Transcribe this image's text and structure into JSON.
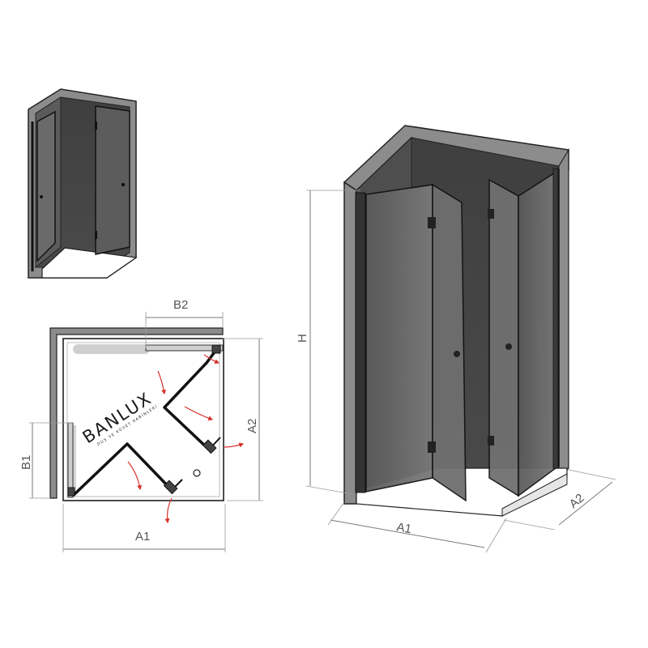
{
  "labels": {
    "b2": "B2",
    "b1": "B1",
    "a1_plan": "A1",
    "a2_plan": "A2",
    "h": "H",
    "a1_iso": "A1",
    "a2_iso": "A2"
  },
  "logo": {
    "wordmark": "BANLUX",
    "tagline": "DUŞ VE KÜVET KABİNLERİ"
  },
  "colors": {
    "wall_gray": "#8a8a8a",
    "wall_dark": "#3b3b3b",
    "glass": "#4a4a4a",
    "frame": "#1a1a1a",
    "arrow_red": "#d9322e",
    "dimension": "#7a7a7a"
  }
}
